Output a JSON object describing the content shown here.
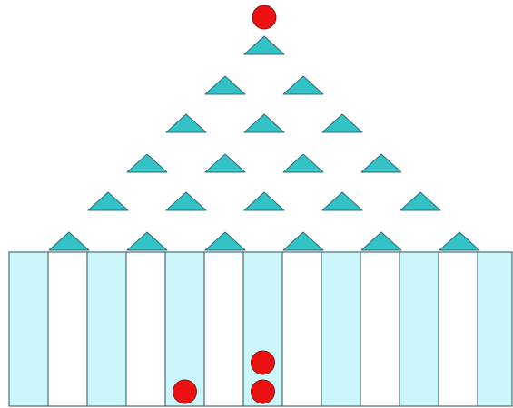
{
  "diagram": {
    "pegs_per_row": [
      1,
      2,
      3,
      4,
      5,
      6
    ],
    "bins": 13,
    "falling_ball": {
      "count": 1
    },
    "settled_balls": [
      {
        "bin_index": 4,
        "count": 1
      },
      {
        "bin_index": 6,
        "count": 2
      }
    ]
  },
  "colors": {
    "background": "#ffffff",
    "peg_fill": "#33c2c6",
    "peg_stroke": "#2b6c78",
    "bin_fill": "#ccf7fa",
    "bin_stroke": "#2f4f5a",
    "ball_fill": "#ee1111",
    "ball_stroke": "#7a1a1a"
  }
}
